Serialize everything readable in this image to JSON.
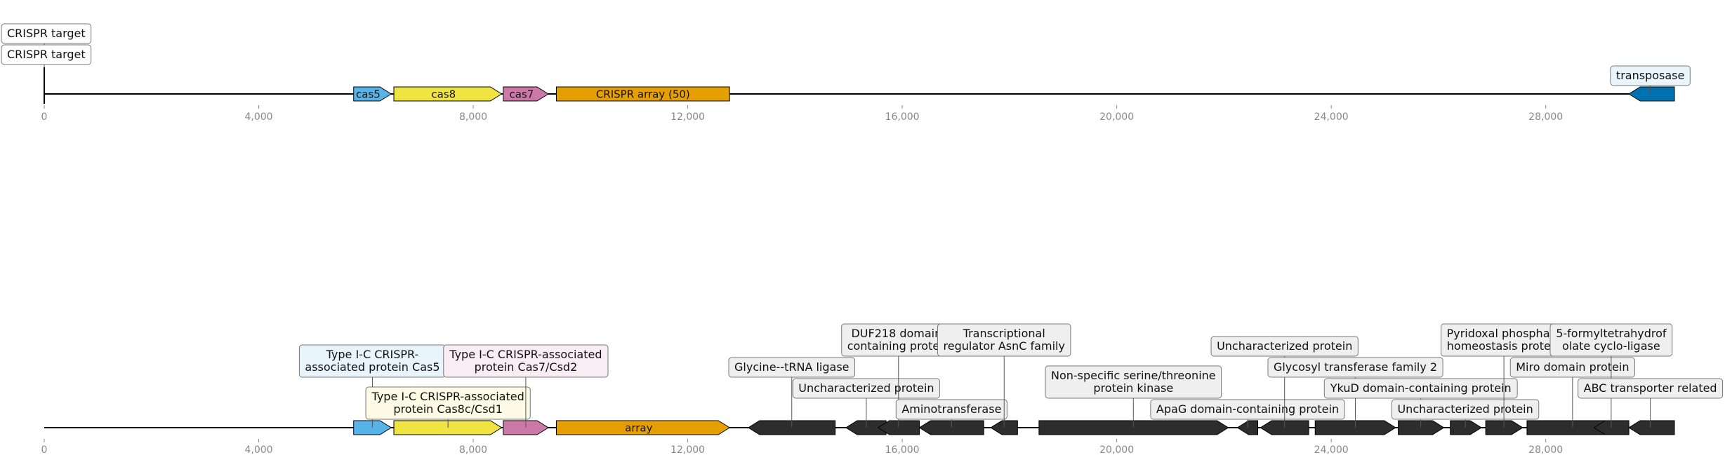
{
  "axis": {
    "min": 0,
    "max": 30400,
    "ticks": [
      0,
      4000,
      8000,
      12000,
      16000,
      20000,
      24000,
      28000
    ],
    "tick_labels": [
      "0",
      "4,000",
      "8,000",
      "12,000",
      "16,000",
      "20,000",
      "24,000",
      "28,000"
    ]
  },
  "top_track": {
    "start": 0,
    "end": 30400,
    "genes": [
      {
        "name": "cas5-gene",
        "start": 5770,
        "end": 6470,
        "strand": 1,
        "label": "cas5",
        "color": "#56b4e9"
      },
      {
        "name": "cas8-gene",
        "start": 6520,
        "end": 8530,
        "strand": 1,
        "label": "cas8",
        "color": "#f0e442"
      },
      {
        "name": "cas7-gene",
        "start": 8560,
        "end": 9400,
        "strand": 1,
        "label": "cas7",
        "color": "#cc79a7"
      },
      {
        "name": "crispr-array",
        "start": 9550,
        "end": 12780,
        "strand": 0,
        "label": "CRISPR array (50)",
        "color": "#e69f00"
      },
      {
        "name": "transposase-gene",
        "start": 29550,
        "end": 30400,
        "strand": -1,
        "label": "",
        "color": "#0072b2"
      }
    ],
    "callouts": [
      {
        "name": "crispr-target-1",
        "pos": 0,
        "text": "CRISPR target",
        "level": 3,
        "color": "#ffffff"
      },
      {
        "name": "crispr-target-2",
        "pos": 0,
        "text": "CRISPR target",
        "level": 2,
        "color": "#ffffff"
      },
      {
        "name": "transposase",
        "pos": 29950,
        "text": "transposase",
        "level": 1,
        "color": "#eaf4fb"
      }
    ]
  },
  "bottom_track": {
    "start": 0,
    "end": 30400,
    "genes": [
      {
        "name": "cas5-gene",
        "start": 5770,
        "end": 6470,
        "strand": 1,
        "label": "",
        "color": "#56b4e9"
      },
      {
        "name": "cas8-gene",
        "start": 6520,
        "end": 8530,
        "strand": 1,
        "label": "",
        "color": "#f0e442"
      },
      {
        "name": "cas7-gene",
        "start": 8560,
        "end": 9400,
        "strand": 1,
        "label": "",
        "color": "#cc79a7"
      },
      {
        "name": "array",
        "start": 9550,
        "end": 12780,
        "strand": 1,
        "label": "array",
        "color": "#e69f00"
      },
      {
        "name": "glycine-trna-ligase-gene",
        "start": 13130,
        "end": 14750,
        "strand": -1,
        "label": "",
        "color": "#2d2d2d"
      },
      {
        "name": "uncharacterized-protein-gene-1",
        "start": 14950,
        "end": 15700,
        "strand": -1,
        "label": "",
        "color": "#2d2d2d"
      },
      {
        "name": "duf218-gene",
        "start": 15550,
        "end": 16320,
        "strand": -1,
        "label": "",
        "color": "#2d2d2d"
      },
      {
        "name": "aminotransferase-gene",
        "start": 16320,
        "end": 17520,
        "strand": -1,
        "label": "",
        "color": "#2d2d2d"
      },
      {
        "name": "asnc-regulator-gene",
        "start": 17650,
        "end": 18150,
        "strand": -1,
        "label": "",
        "color": "#2d2d2d"
      },
      {
        "name": "serine-threonine-kinase-gene",
        "start": 18550,
        "end": 22080,
        "strand": 1,
        "label": "",
        "color": "#2d2d2d"
      },
      {
        "name": "apag-domain-gene",
        "start": 22250,
        "end": 22630,
        "strand": -1,
        "label": "",
        "color": "#2d2d2d"
      },
      {
        "name": "uncharacterized-protein-gene-2",
        "start": 22680,
        "end": 23580,
        "strand": -1,
        "label": "",
        "color": "#2d2d2d"
      },
      {
        "name": "glycosyl-transferase-gene",
        "start": 23700,
        "end": 25200,
        "strand": 1,
        "label": "",
        "color": "#2d2d2d"
      },
      {
        "name": "ykud-domain-gene",
        "start": 25250,
        "end": 26100,
        "strand": 1,
        "label": "",
        "color": "#2d2d2d"
      },
      {
        "name": "uncharacterized-protein-gene-3",
        "start": 26220,
        "end": 26800,
        "strand": 1,
        "label": "",
        "color": "#2d2d2d"
      },
      {
        "name": "pyridoxal-phosphate-gene",
        "start": 26880,
        "end": 27570,
        "strand": 1,
        "label": "",
        "color": "#2d2d2d"
      },
      {
        "name": "miro-domain-gene",
        "start": 27650,
        "end": 29350,
        "strand": 1,
        "label": "",
        "color": "#2d2d2d"
      },
      {
        "name": "formyltetrahydrofolate-ligase-gene",
        "start": 28900,
        "end": 29550,
        "strand": -1,
        "label": "",
        "color": "#2d2d2d"
      },
      {
        "name": "abc-transporter-gene",
        "start": 29550,
        "end": 30400,
        "strand": -1,
        "label": "",
        "color": "#2d2d2d"
      }
    ],
    "callouts": [
      {
        "name": "cas5-callout",
        "pos": 6120,
        "text": "Type I-C CRISPR-\nassociated protein Cas5",
        "level": 3,
        "color": "#e8f4fb"
      },
      {
        "name": "cas8-callout",
        "pos": 7530,
        "text": "Type I-C CRISPR-associated\nprotein Cas8c/Csd1",
        "level": 1,
        "color": "#fdfbe6"
      },
      {
        "name": "cas7-callout",
        "pos": 8980,
        "text": "Type I-C CRISPR-associated\nprotein Cas7/Csd2",
        "level": 3,
        "color": "#f9ecf3"
      },
      {
        "name": "glycine-trna-ligase-callout",
        "pos": 13940,
        "text": "Glycine--tRNA ligase",
        "level": 3,
        "color": "#efefef"
      },
      {
        "name": "uncharacterized-protein-callout-1",
        "pos": 15330,
        "text": "Uncharacterized protein",
        "level": 2,
        "color": "#efefef"
      },
      {
        "name": "duf218-callout",
        "pos": 15930,
        "text": "DUF218 domain-\ncontaining protein",
        "level": 4,
        "color": "#efefef"
      },
      {
        "name": "aminotransferase-callout",
        "pos": 16920,
        "text": "Aminotransferase",
        "level": 1,
        "color": "#efefef"
      },
      {
        "name": "asnc-regulator-callout",
        "pos": 17900,
        "text": "Transcriptional\nregulator AsnC family",
        "level": 4,
        "color": "#efefef"
      },
      {
        "name": "serine-threonine-kinase-callout",
        "pos": 20310,
        "text": "Non-specific serine/threonine\nprotein kinase",
        "level": 2,
        "color": "#efefef"
      },
      {
        "name": "apag-domain-callout",
        "pos": 22440,
        "text": "ApaG domain-containing protein",
        "level": 1,
        "color": "#efefef"
      },
      {
        "name": "uncharacterized-protein-callout-2",
        "pos": 23130,
        "text": "Uncharacterized protein",
        "level": 4,
        "color": "#efefef"
      },
      {
        "name": "glycosyl-transferase-callout",
        "pos": 24450,
        "text": "Glycosyl transferase family 2",
        "level": 3,
        "color": "#efefef"
      },
      {
        "name": "ykud-domain-callout",
        "pos": 25670,
        "text": "YkuD domain-containing protein",
        "level": 2,
        "color": "#efefef"
      },
      {
        "name": "uncharacterized-protein-callout-3",
        "pos": 26500,
        "text": "Uncharacterized protein",
        "level": 1,
        "color": "#efefef"
      },
      {
        "name": "pyridoxal-phosphate-callout",
        "pos": 27220,
        "text": "Pyridoxal phosphate\nhomeostasis protein",
        "level": 4,
        "color": "#efefef"
      },
      {
        "name": "miro-domain-callout",
        "pos": 28500,
        "text": "Miro domain protein",
        "level": 3,
        "color": "#efefef"
      },
      {
        "name": "formyltetrahydrofolate-ligase-callout",
        "pos": 29220,
        "text": "5-formyltetrahydrof\nolate cyclo-ligase",
        "level": 4,
        "color": "#efefef"
      },
      {
        "name": "abc-transporter-callout",
        "pos": 29950,
        "text": "ABC transporter related",
        "level": 2,
        "color": "#efefef"
      }
    ]
  }
}
